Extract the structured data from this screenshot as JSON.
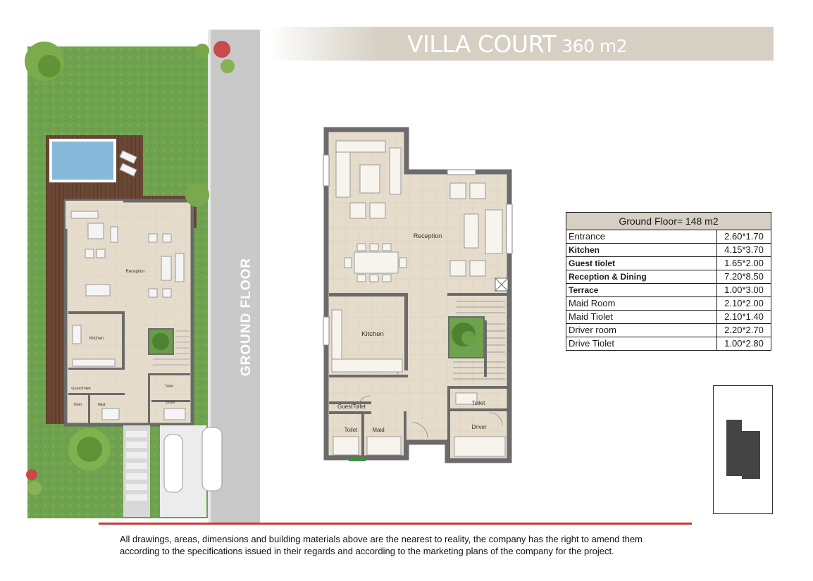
{
  "title": {
    "main": "VILLA COURT",
    "area": "360 m2"
  },
  "site_label": "GROUND FLOOR",
  "left_plan_rooms": {
    "reception": "Reception",
    "kitchen": "Kitchen",
    "guest_toilet": "GuestToilet",
    "toilet": "Toilet",
    "maid": "Maid",
    "toilet_driver": "Toilet",
    "driver": "Driver"
  },
  "main_plan_rooms": {
    "reception": "Reception",
    "kitchen": "Kitchen",
    "guest_toilet": "GuestToilet",
    "toilet": "Toilet",
    "maid": "Maid",
    "toilet_driver": "Toilet",
    "driver": "Driver"
  },
  "area_table": {
    "header": "Ground Floor= 148 m2",
    "rows": [
      {
        "name": "Entrance",
        "value": "2.60*1.70"
      },
      {
        "name": "Kitchen",
        "value": "4.15*3.70"
      },
      {
        "name": "Guest tiolet",
        "value": "1.65*2.00"
      },
      {
        "name": "Reception & Dining",
        "value": "7.20*8.50"
      },
      {
        "name": "Terrace",
        "value": "1.00*3.00"
      },
      {
        "name": "Maid Room",
        "value": "2.10*2.00"
      },
      {
        "name": "Maid Tiolet",
        "value": "2.10*1.40"
      },
      {
        "name": "Driver room",
        "value": "2.20*2.70"
      },
      {
        "name": "Drive Tiolet",
        "value": "1.00*2.80"
      }
    ]
  },
  "disclaimer": {
    "line1": "All drawings, areas, dimensions and building materials above are the nearest to reality, the company has the right to amend them",
    "line2": "according to the specifications issued in their regards and according to the marketing plans of the company for the project."
  },
  "colors": {
    "lawn": "#6fa24e",
    "deck": "#6a4734",
    "floor": "#e6dccb",
    "wall": "#6b6b6b",
    "pool": "#86b8d9",
    "accent": "#c53c36",
    "banner": "#d6d0c4"
  }
}
